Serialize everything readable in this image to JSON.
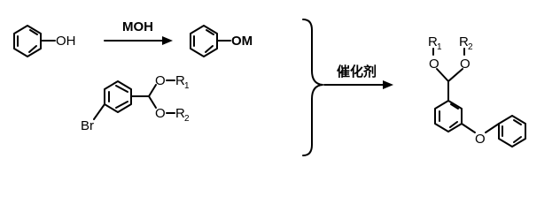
{
  "reaction_scheme": {
    "phenol": {
      "group": "OH"
    },
    "base_reagent": "MOH",
    "phenoxide": {
      "group": "OM"
    },
    "aryl_bromide": {
      "halogen": "Br",
      "acetal_O1": "O",
      "acetal_R1": "R",
      "acetal_R1_sub": "1",
      "acetal_O2": "O",
      "acetal_R2": "R",
      "acetal_R2_sub": "2"
    },
    "catalyst_label": "催化剂",
    "product": {
      "R1": "R",
      "R1_sub": "1",
      "O1": "O",
      "R2": "R",
      "R2_sub": "2",
      "O2": "O",
      "ether_O": "O"
    }
  }
}
